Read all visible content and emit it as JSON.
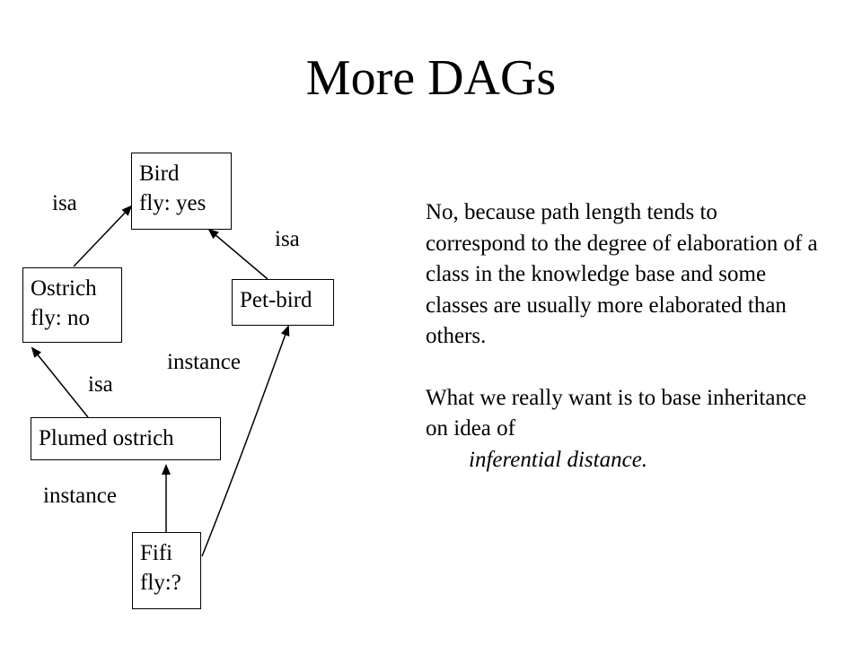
{
  "title": "More DAGs",
  "nodes": {
    "bird": {
      "line1": "Bird",
      "line2": "fly: yes"
    },
    "ostrich": {
      "line1": "Ostrich",
      "line2": "fly: no"
    },
    "petbird": {
      "line1": "Pet-bird"
    },
    "plumed": {
      "line1": "Plumed ostrich"
    },
    "fifi": {
      "line1": "Fifi",
      "line2": "fly:?"
    }
  },
  "edges": {
    "ostrich_bird": "isa",
    "petbird_bird": "isa",
    "plumed_ostrich": "isa",
    "fifi_petbird": "instance",
    "fifi_plumed": "instance"
  },
  "text": {
    "para1": "No, because path length tends to correspond to the degree of elaboration of a class in the knowledge base and some classes are usually more elaborated than others.",
    "para2": "What we really want is to base inheritance on idea of",
    "para2_italic": "inferential distance."
  }
}
